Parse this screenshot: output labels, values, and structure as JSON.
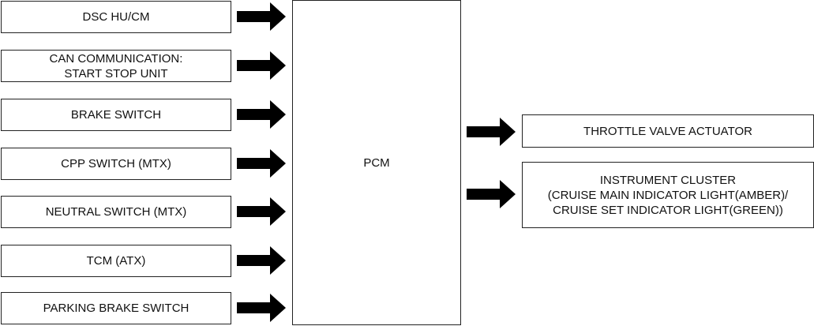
{
  "diagram": {
    "inputs": [
      {
        "label": "DSC HU/CM"
      },
      {
        "label": "CAN COMMUNICATION:\nSTART STOP UNIT"
      },
      {
        "label": "BRAKE SWITCH"
      },
      {
        "label": "CPP SWITCH (MTX)"
      },
      {
        "label": "NEUTRAL SWITCH (MTX)"
      },
      {
        "label": "TCM (ATX)"
      },
      {
        "label": "PARKING BRAKE SWITCH"
      }
    ],
    "controller": {
      "label": "PCM"
    },
    "outputs": [
      {
        "label": "THROTTLE VALVE ACTUATOR"
      },
      {
        "label": "INSTRUMENT CLUSTER\n(CRUISE MAIN INDICATOR LIGHT(AMBER)/\nCRUISE SET INDICATOR LIGHT(GREEN))"
      }
    ],
    "arrow_color": "#000000",
    "border_color": "#222222"
  }
}
